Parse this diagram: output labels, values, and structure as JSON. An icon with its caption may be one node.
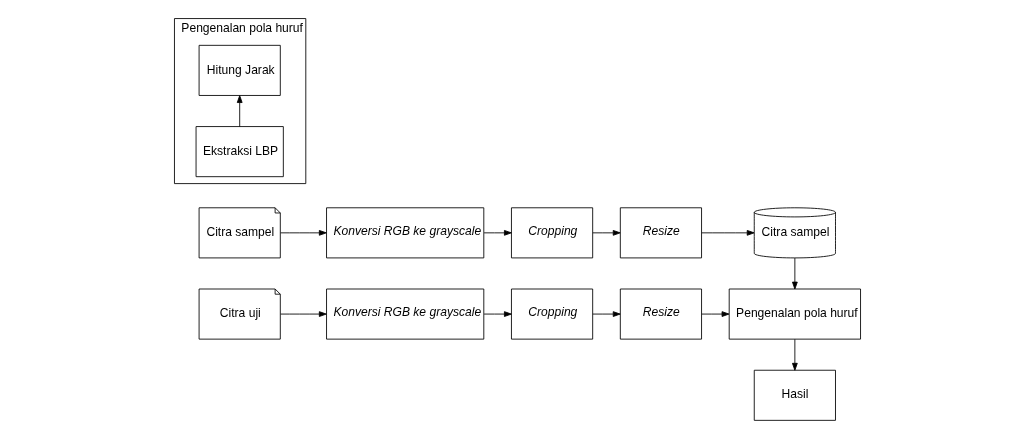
{
  "diagram": {
    "nodes": [
      {
        "text": [
          "Citra sampel"
        ]
      },
      {
        "text": [
          "Konversi RGB ke grayscale"
        ]
      },
      {
        "text": [
          "Cropping"
        ]
      },
      {
        "text": [
          "Resize"
        ]
      },
      {
        "text": [
          "Citra sampel"
        ]
      },
      {
        "text": [
          "Citra uji"
        ]
      },
      {
        "text": [
          "Konversi RGB ke grayscale"
        ]
      },
      {
        "text": [
          "Cropping"
        ]
      },
      {
        "text": [
          "Resize"
        ]
      },
      {
        "text": [
          "Pengenalan pola huruf"
        ]
      },
      {
        "text": [
          "Hasil"
        ]
      },
      {
        "text": [
          "Pengenalan pola huruf"
        ]
      },
      {
        "text": [
          "Ekstraksi LBP"
        ],
        "in": 11
      },
      {
        "text": [
          "Hitung Jarak"
        ],
        "in": 11
      }
    ],
    "edges": [
      {
        "from": 0,
        "to": 1,
        "arrow": "to"
      },
      {
        "from": 1,
        "to": 2,
        "arrow": "to"
      },
      {
        "from": 2,
        "to": 3,
        "arrow": "to"
      },
      {
        "from": 3,
        "to": 4,
        "arrow": "to"
      },
      {
        "from": 4,
        "to": 9,
        "arrow": "to"
      },
      {
        "from": 5,
        "to": 6,
        "arrow": "to"
      },
      {
        "from": 6,
        "to": 7,
        "arrow": "to"
      },
      {
        "from": 7,
        "to": 8,
        "arrow": "to"
      },
      {
        "from": 8,
        "to": 9,
        "arrow": "to"
      },
      {
        "from": 9,
        "to": 10,
        "arrow": "to"
      },
      {
        "from": 12,
        "to": 13,
        "arrow": "to"
      }
    ]
  }
}
